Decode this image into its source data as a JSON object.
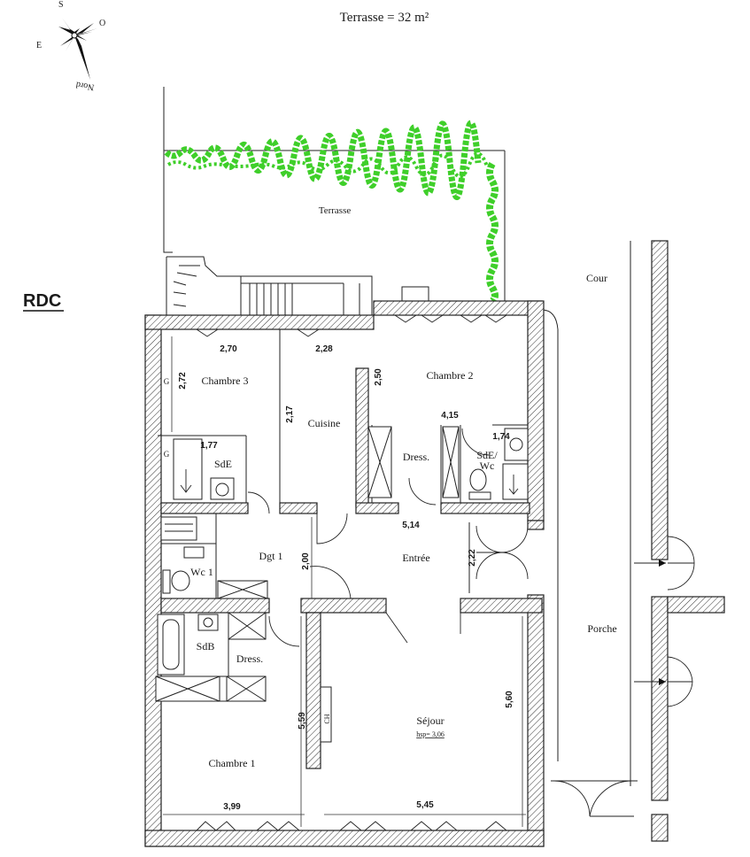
{
  "header": {
    "terrace_area": "Terrasse = 32 m²"
  },
  "level": "RDC",
  "compass": {
    "north": "Nord",
    "south": "S",
    "east": "E",
    "west": "O"
  },
  "rooms": {
    "terrasse": "Terrasse",
    "cour": "Cour",
    "porche": "Porche",
    "chambre3": "Chambre 3",
    "cuisine": "Cuisine",
    "chambre2": "Chambre 2",
    "sde": "SdE",
    "dress_top": "Dress.",
    "sde_wc": "SdE/",
    "sde_wc2": "Wc",
    "dgt1": "Dgt 1",
    "entree": "Entrée",
    "wc1": "Wc 1",
    "sdb": "SdB",
    "dress_bottom": "Dress.",
    "sejour": "Séjour",
    "sejour_hsp": "hsp= 3,06",
    "chambre1": "Chambre 1",
    "g1": "G",
    "g2": "G",
    "ch": "CH"
  },
  "dimensions": {
    "d270": "2,70",
    "d228": "2,28",
    "d272": "2,72",
    "d217": "2,17",
    "d250": "2,50",
    "d415": "4,15",
    "d177": "1,77",
    "d174": "1,74",
    "d514": "5,14",
    "d222": "2,22",
    "d200": "2,00",
    "d559": "5,59",
    "d560": "5,60",
    "d399": "3,99",
    "d545": "5,45"
  },
  "colors": {
    "vegetation": "#3fcf2a",
    "walls": "#222222"
  }
}
